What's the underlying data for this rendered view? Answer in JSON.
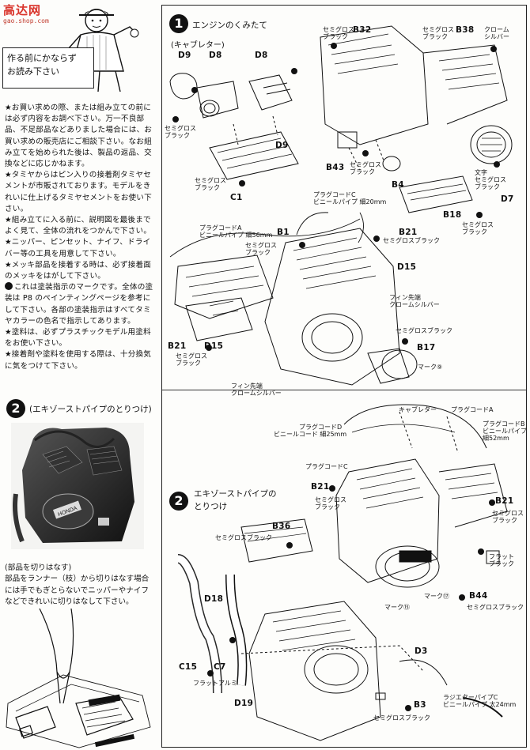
{
  "watermark": {
    "brand": "高达网",
    "site": "gao.shop.com"
  },
  "notice": {
    "line1": "作る前にかならず",
    "line2": "お読み下さい"
  },
  "instructions": [
    "★お買い求めの際、または組み立ての前には必ず内容をお調べ下さい。万一不良部品、不足部品などありました場合には、お買い求めの販売店にご相談下さい。なお組み立てを始められた後は、製品の返品、交換などに応じかねます。",
    "★タミヤからはピン入りの接着剤タミヤセメントが市販されております。モデルをきれいに仕上げるタミヤセメントをお使い下さい。",
    "★組み立てに入る前に、説明図を最後までよく見て、全体の流れをつかんで下さい。",
    "★ニッパー、ピンセット、ナイフ、ドライバー等の工具を用意して下さい。",
    "★メッキ部品を接着する時は、必ず接着面のメッキをはがして下さい。",
    "これは塗装指示のマークです。全体の塗装は P8 のペインティングページを参考にして下さい。各部の塗装指示はすべてタミヤカラーの色名で指示してあります。",
    "★塗料は、必ずプラスチックモデル用塗料をお使い下さい。",
    "★接着剤や塗料を使用する際は、十分換気に気をつけて下さい。"
  ],
  "left_step": {
    "number": "2",
    "title": "(エキゾーストパイプのとりつけ)"
  },
  "photo_badge": "HONDA",
  "cut_note": {
    "title": "(部品を切りはなす)",
    "body": "部品をランナー（枝）から切りはなす場合には手でもぎとらないでニッパーやナイフなどできれいに切りはなして下さい。"
  },
  "step1": {
    "number": "1",
    "title": "エンジンのくみたて",
    "subtitle": "(キャブレター)"
  },
  "step2": {
    "number": "2",
    "title_line1": "エキゾーストパイプの",
    "title_line2": "とりつけ"
  },
  "parts": {
    "D9a": "D9",
    "D8a": "D8",
    "D8b": "D8",
    "D9b": "D9",
    "C1": "C1",
    "B32": "B32",
    "B38": "B38",
    "B43": "B43",
    "B4": "B4",
    "B18": "B18",
    "D7": "D7",
    "B1": "B1",
    "B21a": "B21",
    "D15a": "D15",
    "B21b": "B21",
    "D15b": "D15",
    "B17": "B17",
    "B21c": "B21",
    "B21d": "B21",
    "B44": "B44",
    "B36": "B36",
    "D18": "D18",
    "C15": "C15",
    "C7": "C7",
    "D19": "D19",
    "D3": "D3",
    "B3": "B3"
  },
  "paint": {
    "semigloss_black": "セミグロスブラック",
    "semigloss": "セミグロス",
    "black": "ブラック",
    "chrome": "クローム",
    "silver": "シルバー",
    "chrome_silver": "クロームシルバー",
    "fin_tip": "フィン先端",
    "flat": "フラット",
    "flat_black_l1": "フラット",
    "flat_black_l2": "ブラック",
    "flat_aluminum": "フラットアルミ",
    "letters": "文字"
  },
  "callouts": {
    "plug_cord_c": "プラグコードC",
    "vinyl_pipe_20": "ビニールパイプ 細20mm",
    "plug_cord_a": "プラグコードA",
    "vinyl_pipe_56": "ビニールパイプ 細56mm",
    "mark9": "マーク⑨",
    "carburetor": "キャブレター",
    "plug_cord_a2": "プラグコードA",
    "plug_cord_b": "プラグコードB",
    "vinyl_pipe_52": "ビニールパイプ",
    "vinyl_pipe_52b": "細52mm",
    "plug_cord_d": "プラグコードD",
    "vinyl_cord_25": "ビニールコード 細25mm",
    "plug_cord_c2": "プラグコードC",
    "mark15": "マーク⑮",
    "mark17": "マーク⑰",
    "radiator_pipe": "ラジエターパイプC",
    "radiator_pipe_b": "ビニールパイプ 太24mm"
  }
}
